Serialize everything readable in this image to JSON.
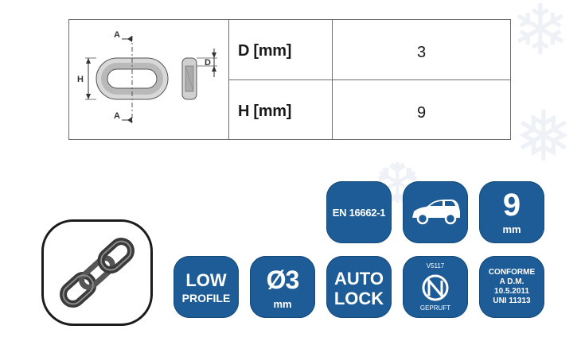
{
  "spec_table": {
    "drawing": {
      "label_a_top": "A",
      "label_a_bottom": "A",
      "label_h": "H",
      "label_d": "D"
    },
    "rows": [
      {
        "label": "D [mm]",
        "value": "3"
      },
      {
        "label": "H [mm]",
        "value": "9"
      }
    ]
  },
  "badges": {
    "standard": {
      "text": "EN 16662-1"
    },
    "vehicle": {
      "icon": "car-icon"
    },
    "size": {
      "number": "9",
      "unit": "mm"
    },
    "low_profile": {
      "line1": "LOW",
      "line2": "PROFILE"
    },
    "diameter": {
      "symbol": "Ø",
      "number": "3",
      "unit": "mm"
    },
    "auto_lock": {
      "line1": "AUTO",
      "line2": "LOCK"
    },
    "onorm": {
      "top": "V5117",
      "bottom": "GEPRUFT",
      "icon": "o-n-mark-icon"
    },
    "conforme": {
      "line1": "CONFORME",
      "line2": "A D.M.",
      "line3": "10.5.2011",
      "line4": "UNI 11313"
    }
  },
  "chain_icon": "chain-links-icon",
  "colors": {
    "badge": "#1d5c96",
    "border": "#6d6d6d",
    "text": "#1a1a1a"
  }
}
